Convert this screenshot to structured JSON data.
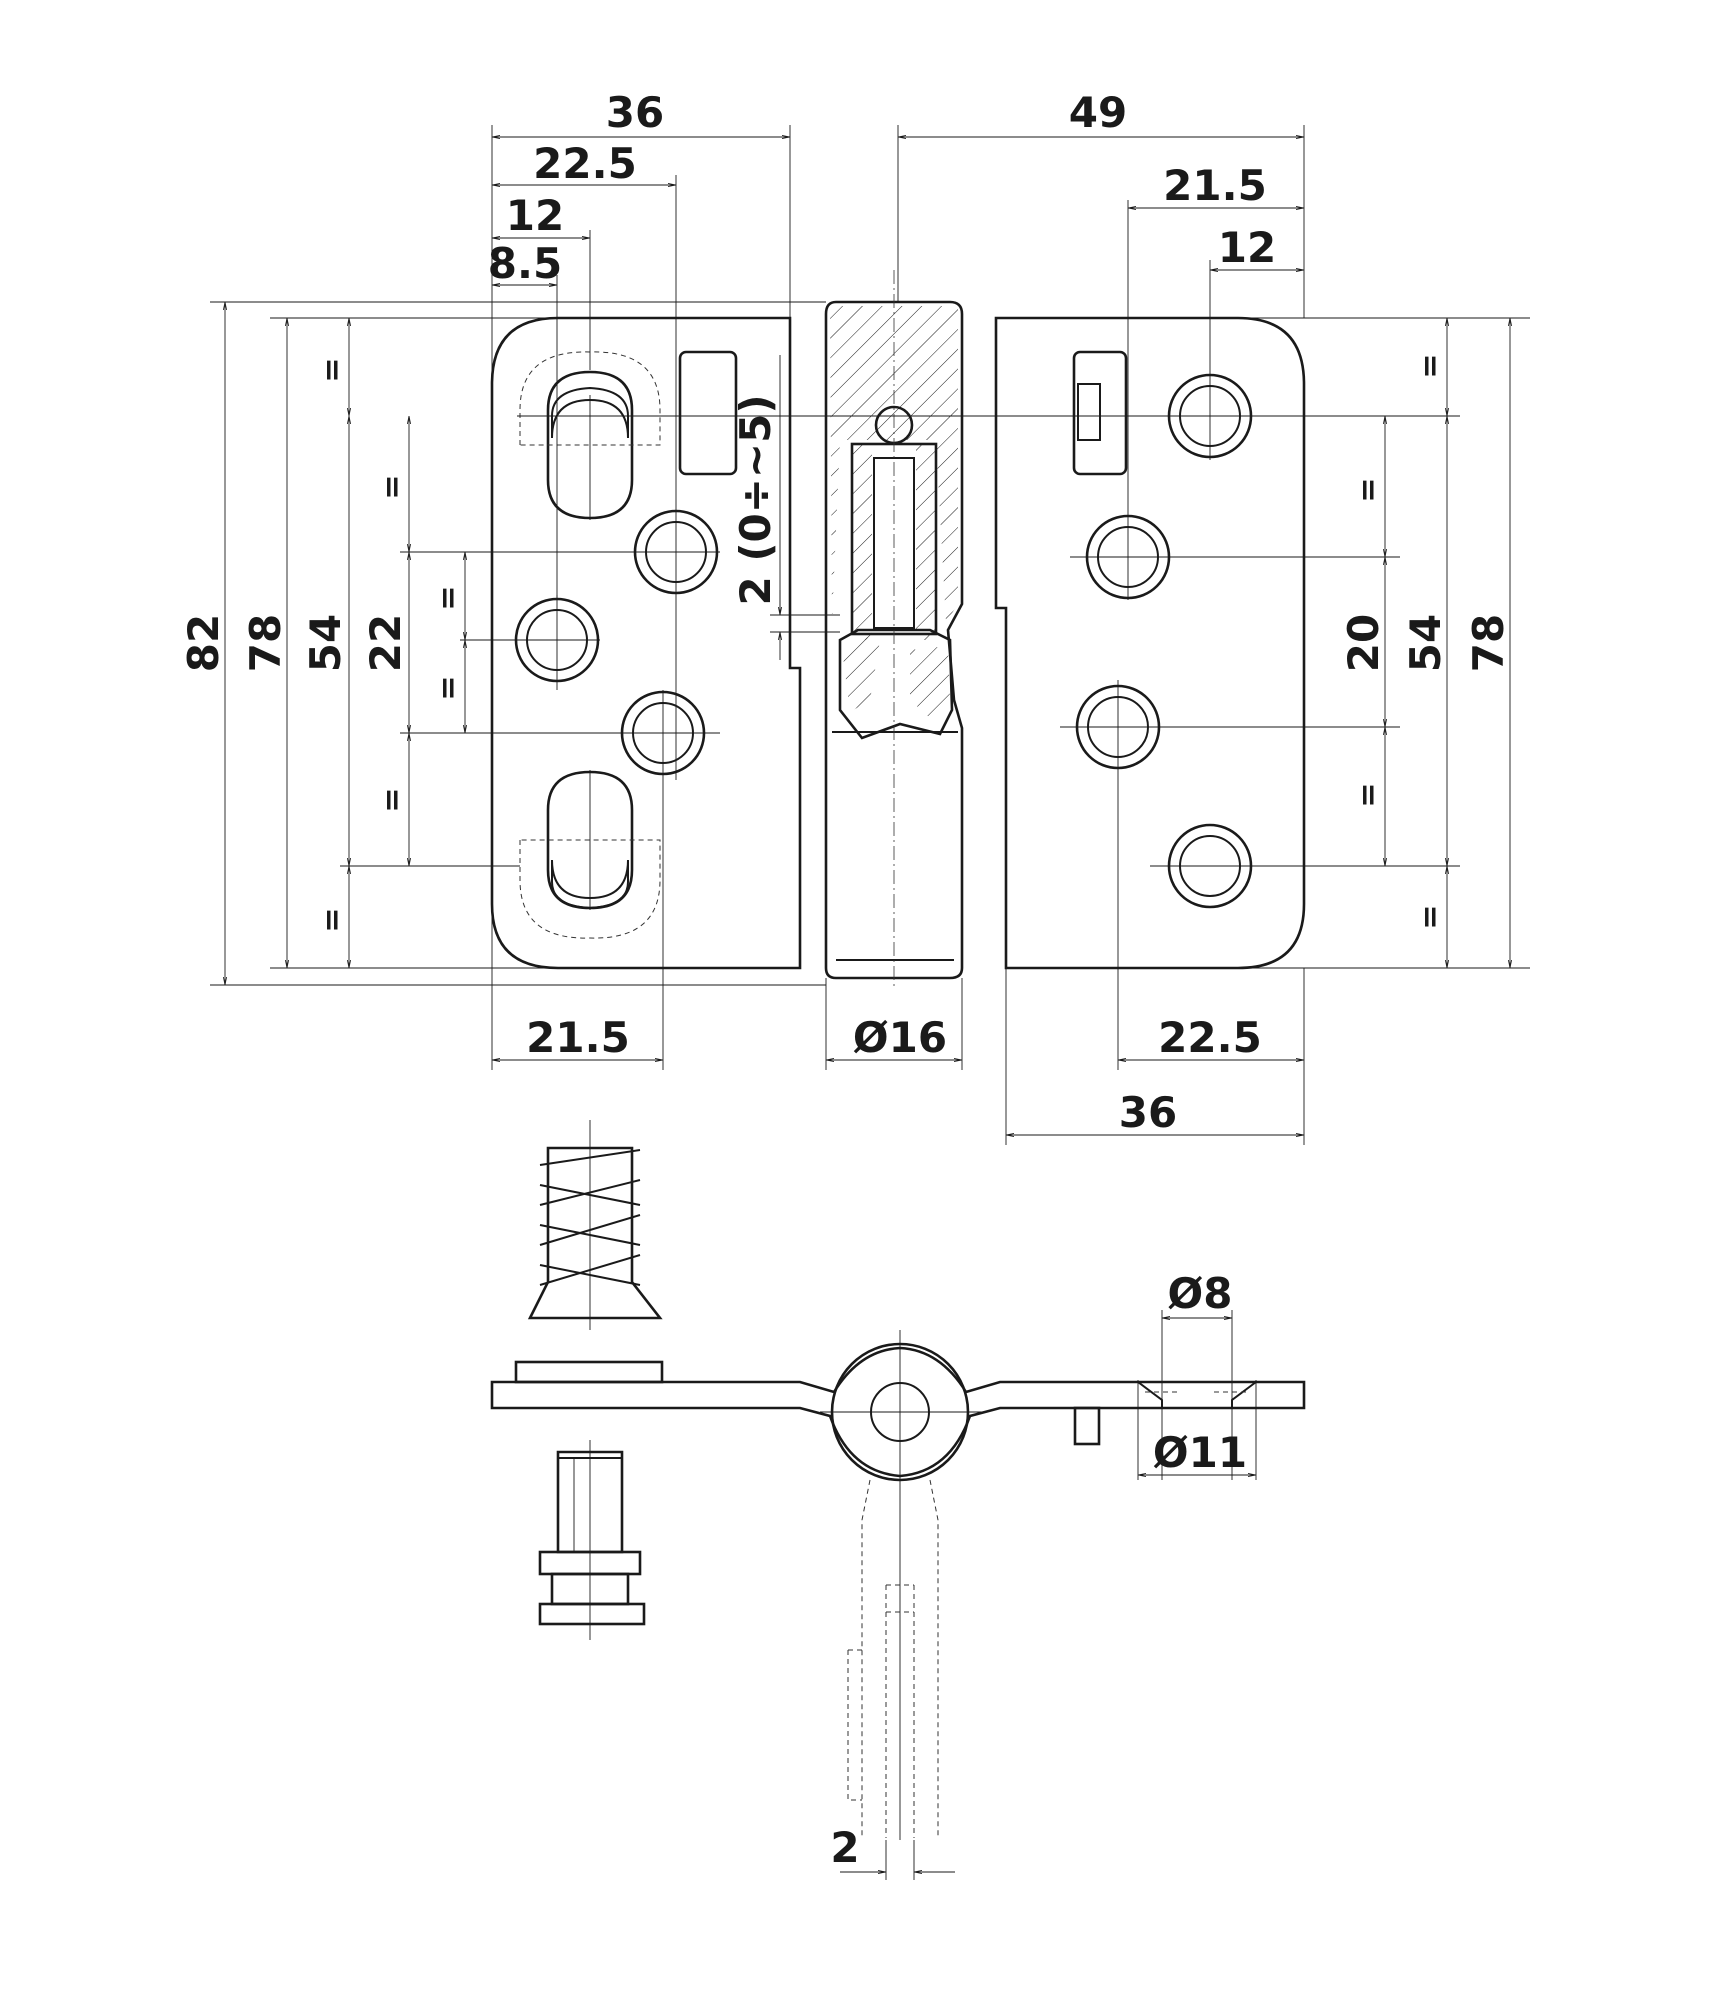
{
  "drawing": {
    "top_dimensions": {
      "left_total": "36",
      "left_slot_center": "22.5",
      "left_hole_center": "12",
      "left_slot_offset": "8.5",
      "right_total": "49",
      "right_hole_outer": "21.5",
      "right_hole_inner": "12"
    },
    "side_dimensions": {
      "overall_height": "82",
      "left_plate_height": "78",
      "left_hole_span": "54",
      "left_inner_span": "22",
      "right_hole_span": "54",
      "right_plate_height": "78",
      "right_inner_span": "20",
      "adjustment": "2 (0÷~5)"
    },
    "equal_marks": "=",
    "bottom_dimensions": {
      "left_hole_pos": "21.5",
      "pin_diameter": "Ø16",
      "right_hole_pos": "22.5",
      "right_total": "36"
    },
    "section_view": {
      "countersink_inner": "Ø8",
      "countersink_outer": "Ø11",
      "gap": "2"
    }
  }
}
